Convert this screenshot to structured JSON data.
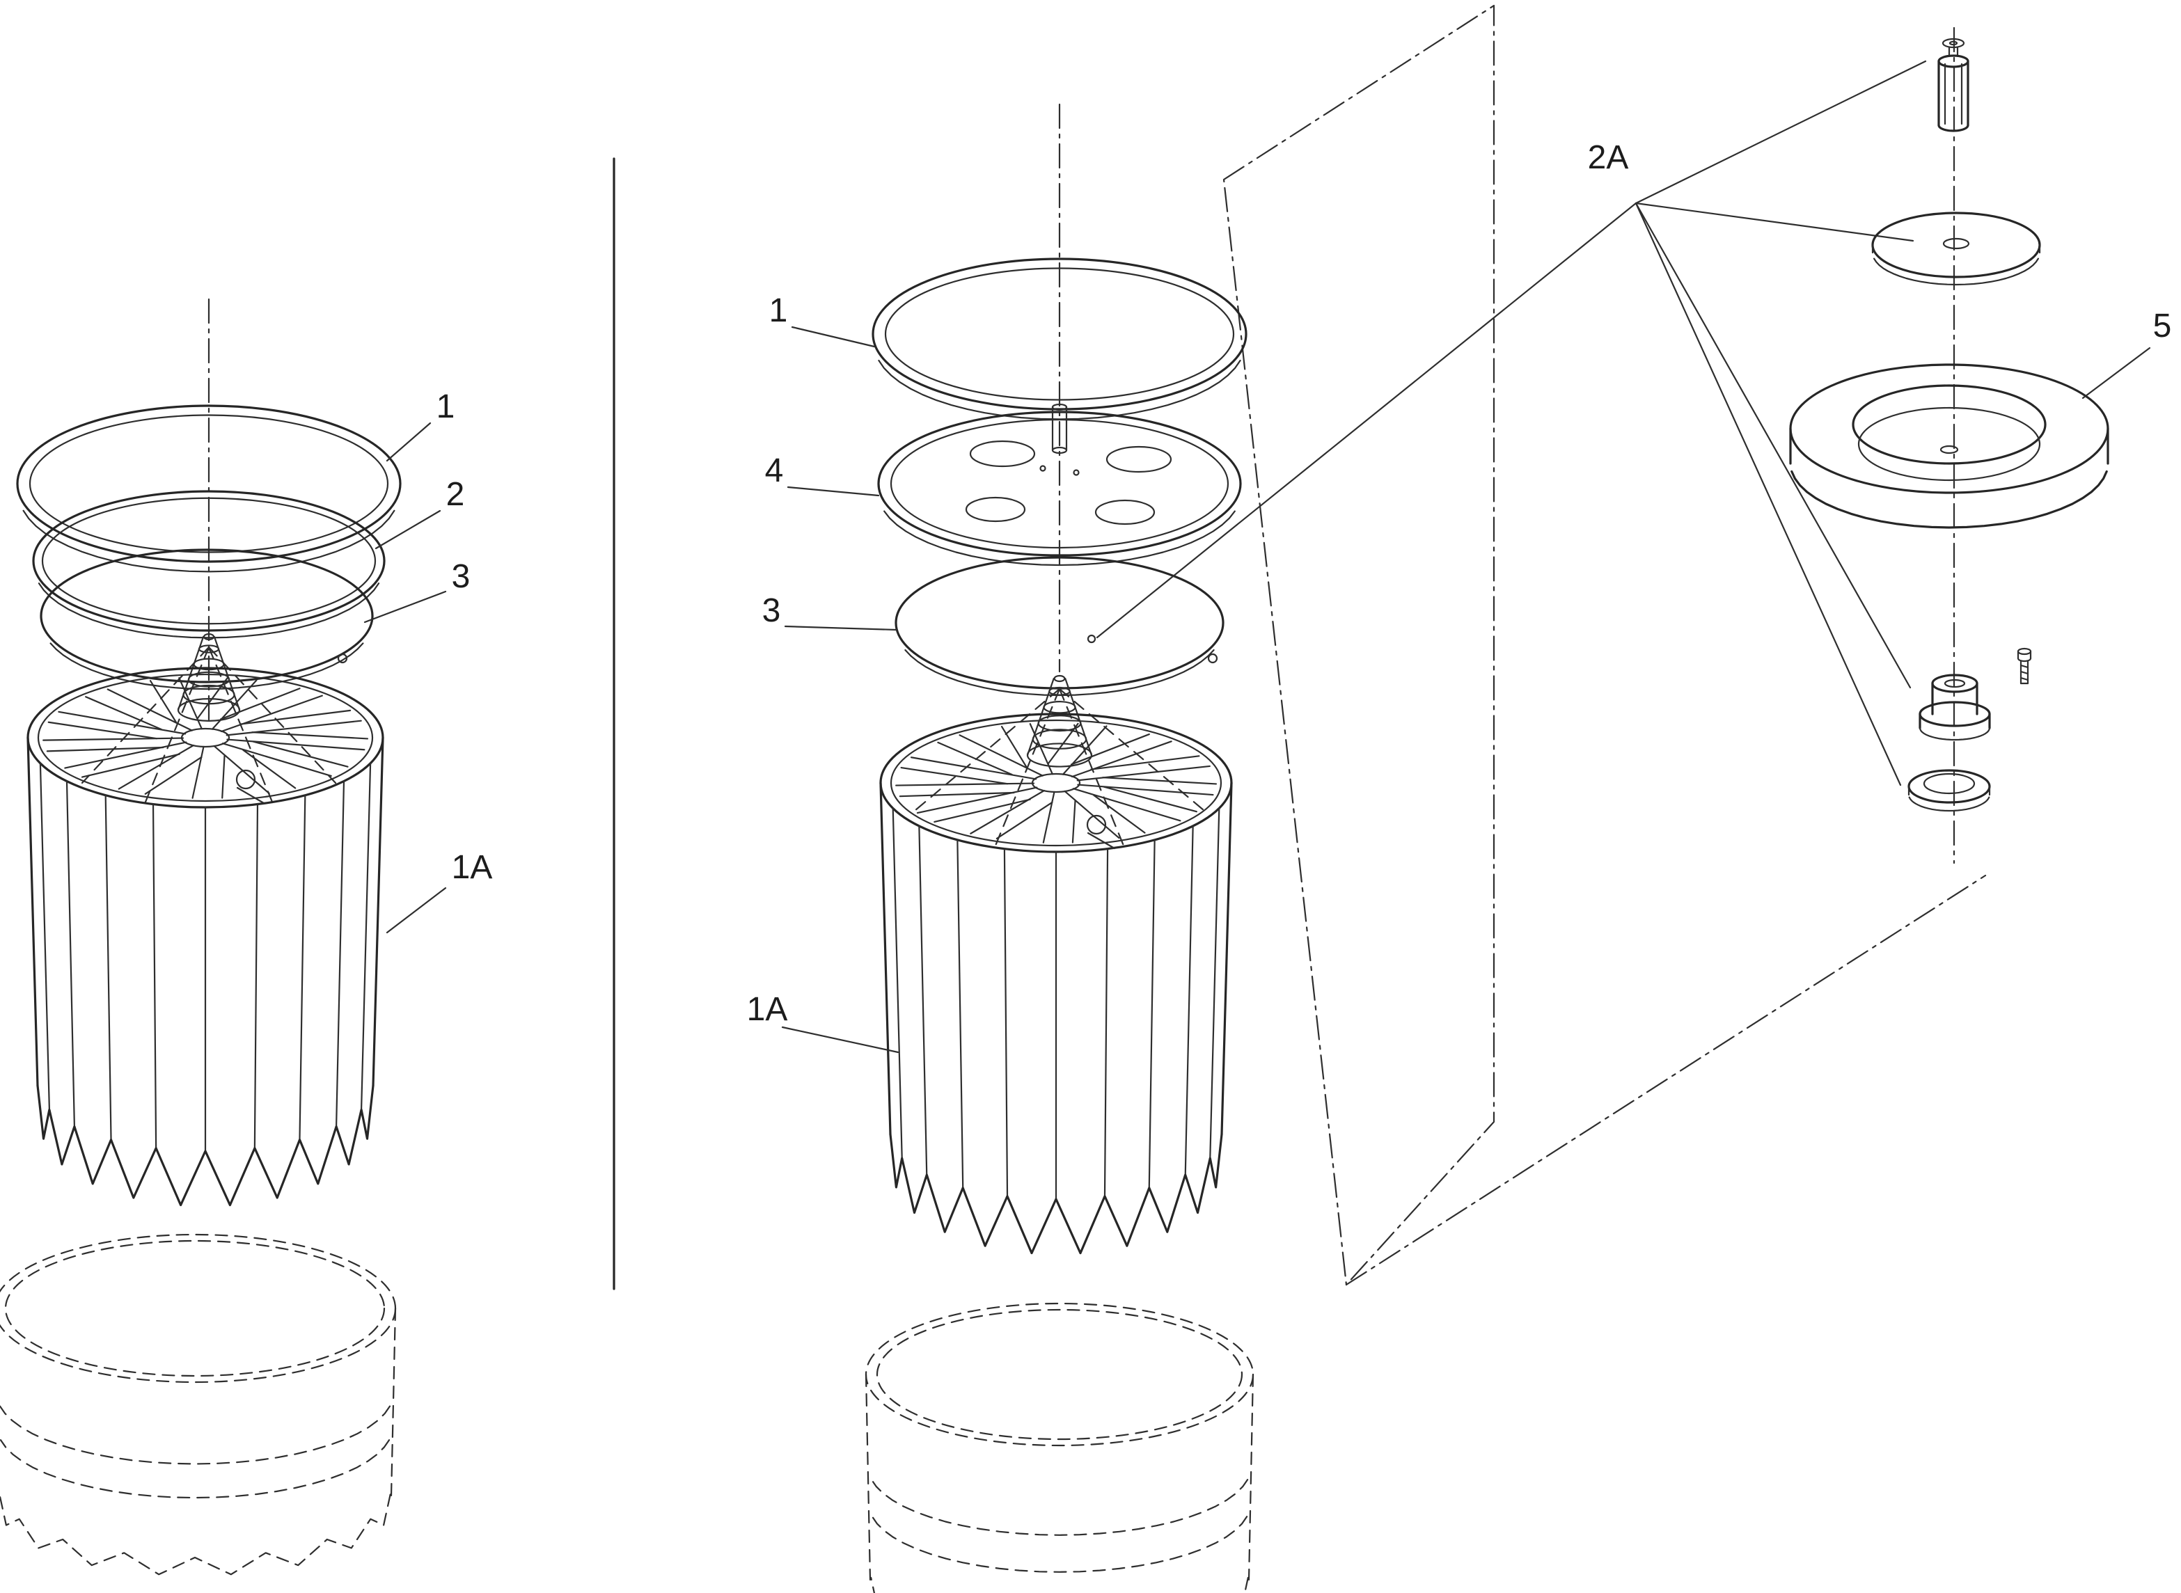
{
  "figure": {
    "callouts": {
      "left_ring": "1",
      "left_gasket": "2",
      "left_seal": "3",
      "left_filter": "1A",
      "mid_ring": "1",
      "mid_plate": "4",
      "mid_seal": "3",
      "mid_filter": "1A",
      "kit": "2A",
      "foam_ring": "5"
    }
  }
}
